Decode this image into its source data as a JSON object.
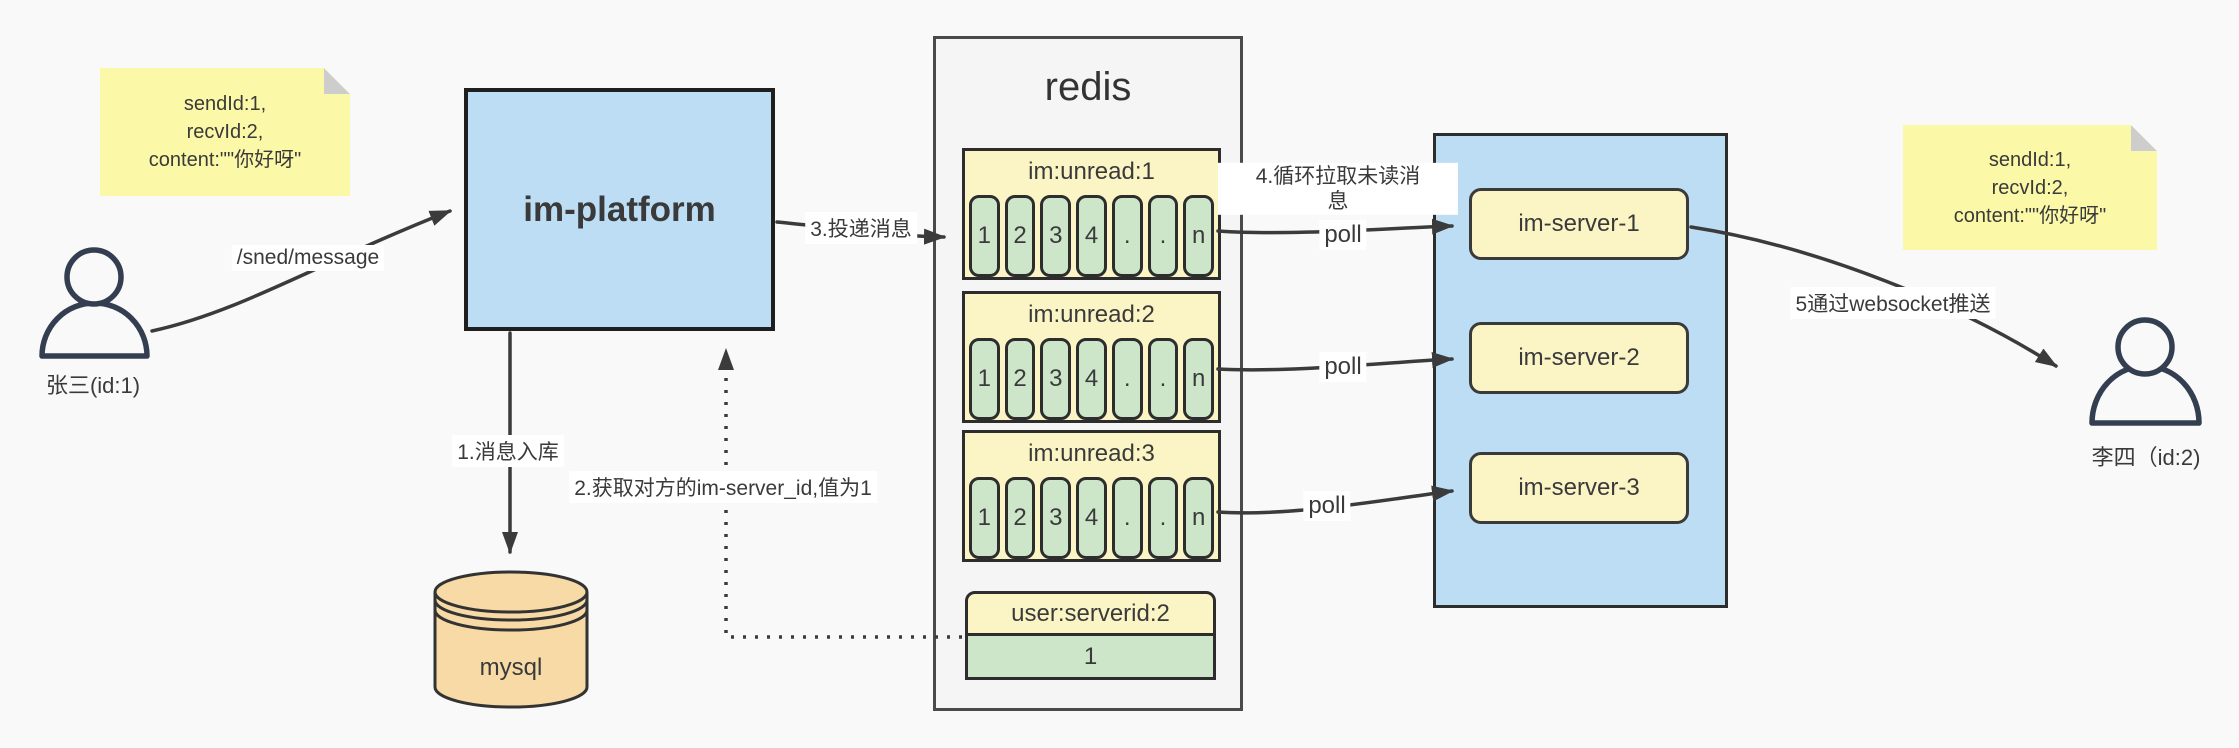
{
  "notes": {
    "left": {
      "lines": [
        "sendId:1,",
        "recvId:2,",
        "content:\"\"你好呀\""
      ]
    },
    "right": {
      "lines": [
        "sendId:1,",
        "recvId:2,",
        "content:\"\"你好呀\""
      ]
    }
  },
  "actors": {
    "left": {
      "label": "张三(id:1)"
    },
    "right": {
      "label": "李四（id:2)"
    }
  },
  "platform": {
    "label": "im-platform"
  },
  "database": {
    "label": "mysql"
  },
  "redis": {
    "title": "redis",
    "queues": [
      {
        "name": "im:unread:1",
        "cells": [
          "1",
          "2",
          "3",
          "4",
          ".",
          ".",
          "n"
        ]
      },
      {
        "name": "im:unread:2",
        "cells": [
          "1",
          "2",
          "3",
          "4",
          ".",
          ".",
          "n"
        ]
      },
      {
        "name": "im:unread:3",
        "cells": [
          "1",
          "2",
          "3",
          "4",
          ".",
          ".",
          "n"
        ]
      }
    ],
    "kv": {
      "key": "user:serverid:2",
      "value": "1"
    }
  },
  "servers": {
    "items": [
      {
        "label": "im-server-1"
      },
      {
        "label": "im-server-2"
      },
      {
        "label": "im-server-3"
      }
    ]
  },
  "edges": {
    "send": "/sned/message",
    "step1": "1.消息入库",
    "step2": "2.获取对方的im-server_id,值为1",
    "step3": "3.投递消息",
    "step4a": "4.循环拉取未读消",
    "step4b": "息",
    "step5": "5通过websocket推送",
    "poll": "poll"
  },
  "colors": {
    "canvas": "#F9F9F9",
    "note": "#FBF9A8",
    "note_fold": "#CDCDCD",
    "node_blue": "#BCDDF4",
    "node_yellow": "#FBF5C6",
    "node_green": "#CDE6CA",
    "db_orange": "#F7DAA5",
    "line": "#3B3B3B",
    "person": "#333F50",
    "text": "#333333"
  }
}
